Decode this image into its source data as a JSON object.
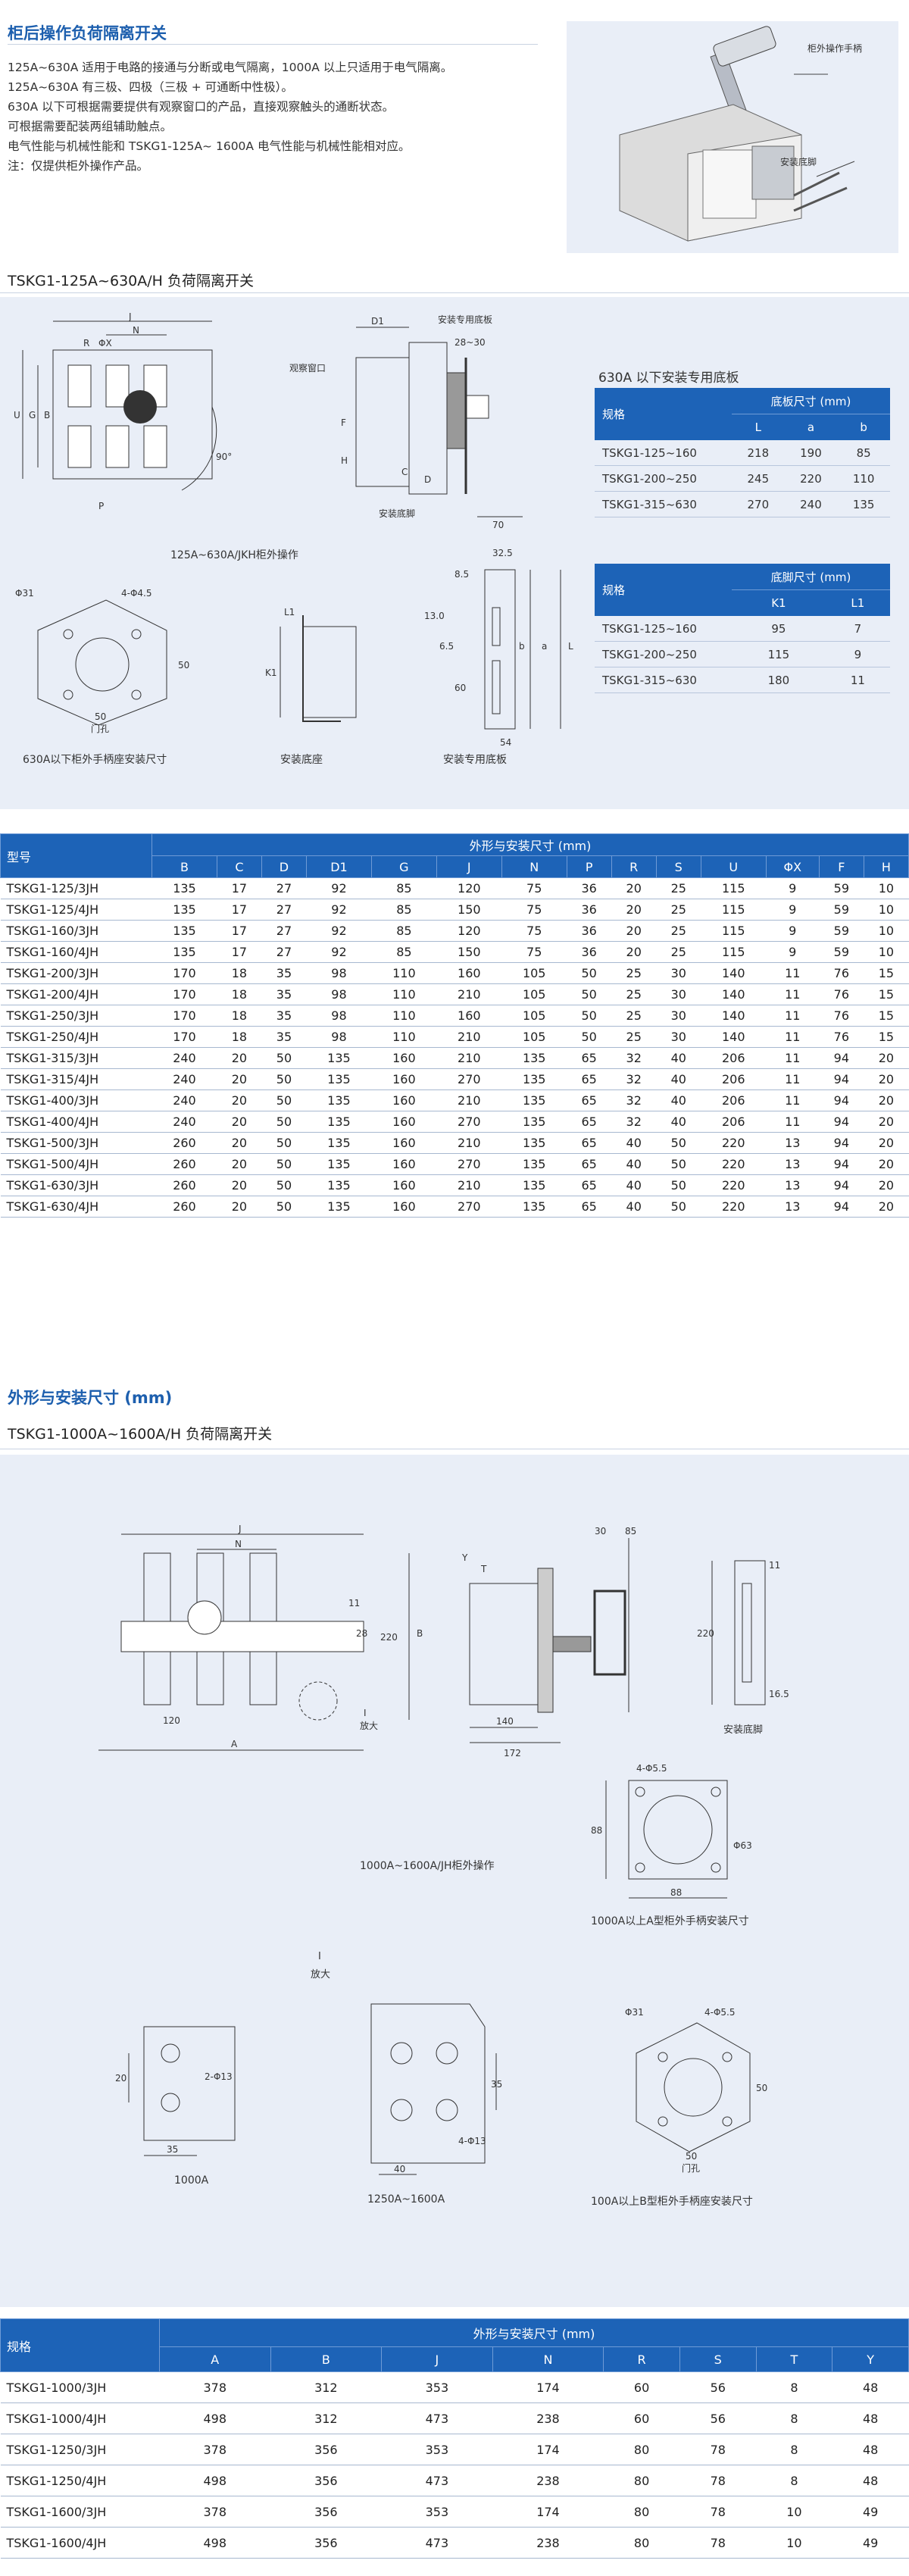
{
  "section1": {
    "title": "柜后操作负荷隔离开关",
    "paragraphs": [
      "125A~630A 适用于电路的接通与分断或电气隔离，1000A 以上只适用于电气隔离。",
      "125A~630A 有三极、四极（三极 + 可通断中性极）。",
      "630A 以下可根据需要提供有观察窗口的产品，直接观察触头的通断状态。",
      "可根据需要配装两组辅助触点。",
      "电气性能与机械性能和 TSKG1-125A~ 1600A 电气性能与机械性能相对应。",
      "注：仅提供柜外操作产品。"
    ],
    "photo_labels": {
      "handle": "柜外操作手柄",
      "base": "安装底脚"
    }
  },
  "section2": {
    "title": "TSKG1-125A~630A/H 负荷隔离开关",
    "drawing_labels": {
      "front": [
        "J",
        "N",
        "R",
        "ΦX",
        "U",
        "G",
        "B",
        "90°",
        "P"
      ],
      "side": [
        "D1",
        "安装专用底板",
        "28~30",
        "观察窗口",
        "F",
        "H",
        "C",
        "D",
        "70",
        "安装底脚"
      ],
      "handle_cap": "125A~630A/JKH柜外操作",
      "cutout": [
        "Φ31",
        "4-Φ4.5",
        "50",
        "50",
        "门孔"
      ],
      "cutout_cap": "630A以下柜外手柄座安装尺寸",
      "foot_cap": "安装底座",
      "foot": [
        "L1",
        "K1"
      ],
      "plate": [
        "32.5",
        "8.5",
        "13.0",
        "6.5",
        "60",
        "b",
        "a",
        "L",
        "54"
      ],
      "plate_cap": "安装专用底板"
    },
    "base_plate": {
      "title": "630A 以下安装专用底板",
      "name_header": "规格",
      "group_header": "底板尺寸 (mm)",
      "columns": [
        "L",
        "a",
        "b"
      ],
      "rows": [
        [
          "TSKG1-125~160",
          "218",
          "190",
          "85"
        ],
        [
          "TSKG1-200~250",
          "245",
          "220",
          "110"
        ],
        [
          "TSKG1-315~630",
          "270",
          "240",
          "135"
        ]
      ]
    },
    "foot_table": {
      "name_header": "规格",
      "group_header": "底脚尺寸 (mm)",
      "columns": [
        "K1",
        "L1"
      ],
      "rows": [
        [
          "TSKG1-125~160",
          "95",
          "7"
        ],
        [
          "TSKG1-200~250",
          "115",
          "9"
        ],
        [
          "TSKG1-315~630",
          "180",
          "11"
        ]
      ]
    },
    "main_table": {
      "name_header": "型号",
      "group_header": "外形与安装尺寸 (mm)",
      "columns": [
        "B",
        "C",
        "D",
        "D1",
        "G",
        "J",
        "N",
        "P",
        "R",
        "S",
        "U",
        "ΦX",
        "F",
        "H"
      ],
      "rows": [
        [
          "TSKG1-125/3JH",
          "135",
          "17",
          "27",
          "92",
          "85",
          "120",
          "75",
          "36",
          "20",
          "25",
          "115",
          "9",
          "59",
          "10"
        ],
        [
          "TSKG1-125/4JH",
          "135",
          "17",
          "27",
          "92",
          "85",
          "150",
          "75",
          "36",
          "20",
          "25",
          "115",
          "9",
          "59",
          "10"
        ],
        [
          "TSKG1-160/3JH",
          "135",
          "17",
          "27",
          "92",
          "85",
          "120",
          "75",
          "36",
          "20",
          "25",
          "115",
          "9",
          "59",
          "10"
        ],
        [
          "TSKG1-160/4JH",
          "135",
          "17",
          "27",
          "92",
          "85",
          "150",
          "75",
          "36",
          "20",
          "25",
          "115",
          "9",
          "59",
          "10"
        ],
        [
          "TSKG1-200/3JH",
          "170",
          "18",
          "35",
          "98",
          "110",
          "160",
          "105",
          "50",
          "25",
          "30",
          "140",
          "11",
          "76",
          "15"
        ],
        [
          "TSKG1-200/4JH",
          "170",
          "18",
          "35",
          "98",
          "110",
          "210",
          "105",
          "50",
          "25",
          "30",
          "140",
          "11",
          "76",
          "15"
        ],
        [
          "TSKG1-250/3JH",
          "170",
          "18",
          "35",
          "98",
          "110",
          "160",
          "105",
          "50",
          "25",
          "30",
          "140",
          "11",
          "76",
          "15"
        ],
        [
          "TSKG1-250/4JH",
          "170",
          "18",
          "35",
          "98",
          "110",
          "210",
          "105",
          "50",
          "25",
          "30",
          "140",
          "11",
          "76",
          "15"
        ],
        [
          "TSKG1-315/3JH",
          "240",
          "20",
          "50",
          "135",
          "160",
          "210",
          "135",
          "65",
          "32",
          "40",
          "206",
          "11",
          "94",
          "20"
        ],
        [
          "TSKG1-315/4JH",
          "240",
          "20",
          "50",
          "135",
          "160",
          "270",
          "135",
          "65",
          "32",
          "40",
          "206",
          "11",
          "94",
          "20"
        ],
        [
          "TSKG1-400/3JH",
          "240",
          "20",
          "50",
          "135",
          "160",
          "210",
          "135",
          "65",
          "32",
          "40",
          "206",
          "11",
          "94",
          "20"
        ],
        [
          "TSKG1-400/4JH",
          "240",
          "20",
          "50",
          "135",
          "160",
          "270",
          "135",
          "65",
          "32",
          "40",
          "206",
          "11",
          "94",
          "20"
        ],
        [
          "TSKG1-500/3JH",
          "260",
          "20",
          "50",
          "135",
          "160",
          "210",
          "135",
          "65",
          "40",
          "50",
          "220",
          "13",
          "94",
          "20"
        ],
        [
          "TSKG1-500/4JH",
          "260",
          "20",
          "50",
          "135",
          "160",
          "270",
          "135",
          "65",
          "40",
          "50",
          "220",
          "13",
          "94",
          "20"
        ],
        [
          "TSKG1-630/3JH",
          "260",
          "20",
          "50",
          "135",
          "160",
          "210",
          "135",
          "65",
          "40",
          "50",
          "220",
          "13",
          "94",
          "20"
        ],
        [
          "TSKG1-630/4JH",
          "260",
          "20",
          "50",
          "135",
          "160",
          "270",
          "135",
          "65",
          "40",
          "50",
          "220",
          "13",
          "94",
          "20"
        ]
      ]
    }
  },
  "section3": {
    "title": "外形与安装尺寸 (mm)",
    "subtitle": "TSKG1-1000A~1600A/H 负荷隔离开关",
    "drawing_labels": {
      "front": [
        "J",
        "N",
        "11",
        "28",
        "220",
        "B",
        "120",
        "A",
        "I",
        "放大"
      ],
      "side": [
        "Y",
        "T",
        "30",
        "85",
        "140",
        "172"
      ],
      "foot": [
        "11",
        "220",
        "16.5"
      ],
      "foot_cap": "安装底脚",
      "main_cap": "1000A~1600A/JH柜外操作",
      "square": [
        "4-Φ5.5",
        "88",
        "Φ63",
        "88"
      ],
      "square_cap": "1000A以上A型柜外手柄安装尺寸",
      "detail_head": [
        "I",
        "放大"
      ],
      "d1": [
        "20",
        "2-Φ13",
        "35"
      ],
      "d1_cap": "1000A",
      "d2": [
        "35",
        "4-Φ13",
        "40"
      ],
      "d2_cap": "1250A~1600A",
      "round": [
        "Φ31",
        "4-Φ5.5",
        "50",
        "50",
        "门孔"
      ],
      "round_cap": "100A以上B型柜外手柄座安装尺寸"
    },
    "table": {
      "name_header": "规格",
      "group_header": "外形与安装尺寸 (mm)",
      "columns": [
        "A",
        "B",
        "J",
        "N",
        "R",
        "S",
        "T",
        "Y"
      ],
      "rows": [
        [
          "TSKG1-1000/3JH",
          "378",
          "312",
          "353",
          "174",
          "60",
          "56",
          "8",
          "48"
        ],
        [
          "TSKG1-1000/4JH",
          "498",
          "312",
          "473",
          "238",
          "60",
          "56",
          "8",
          "48"
        ],
        [
          "TSKG1-1250/3JH",
          "378",
          "356",
          "353",
          "174",
          "80",
          "78",
          "8",
          "48"
        ],
        [
          "TSKG1-1250/4JH",
          "498",
          "356",
          "473",
          "238",
          "80",
          "78",
          "8",
          "48"
        ],
        [
          "TSKG1-1600/3JH",
          "378",
          "356",
          "353",
          "174",
          "80",
          "78",
          "10",
          "49"
        ],
        [
          "TSKG1-1600/4JH",
          "498",
          "356",
          "473",
          "238",
          "80",
          "78",
          "10",
          "49"
        ]
      ]
    }
  },
  "colors": {
    "accent": "#1d63b7",
    "panel": "#e9eef7",
    "title": "#1d5fae"
  }
}
